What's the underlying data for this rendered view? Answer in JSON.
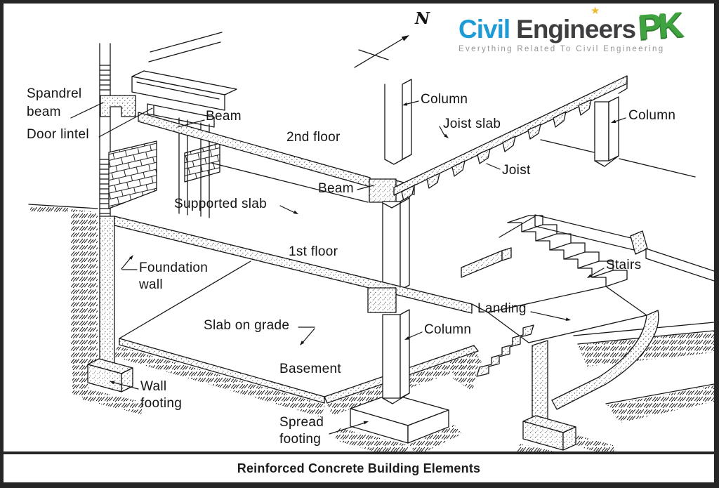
{
  "caption": "Reinforced Concrete Building Elements",
  "north_label": "N",
  "logo": {
    "civil": "Civil",
    "engineers": "Engineers",
    "pk": "PK",
    "star_icon": "star",
    "tagline": "Everything Related To Civil Engineering"
  },
  "labels": {
    "spandrel_beam_line1": "Spandrel",
    "spandrel_beam_line2": "beam",
    "door_lintel": "Door lintel",
    "beam_upper": "Beam",
    "second_floor": "2nd floor",
    "beam_mid": "Beam",
    "supported_slab": "Supported slab",
    "column_top": "Column",
    "joist_slab": "Joist slab",
    "joist": "Joist",
    "column_right": "Column",
    "first_floor": "1st floor",
    "foundation_wall_line1": "Foundation",
    "foundation_wall_line2": "wall",
    "slab_on_grade": "Slab on grade",
    "basement": "Basement",
    "wall_footing_line1": "Wall",
    "wall_footing_line2": "footing",
    "spread_footing_line1": "Spread",
    "spread_footing_line2": "footing",
    "column_center": "Column",
    "landing": "Landing",
    "stairs": "Stairs"
  },
  "colors": {
    "ink": "#1a1a1a",
    "background": "#ffffff",
    "border": "#262626",
    "logo_blue": "#1e9ad6",
    "logo_dark": "#3e3e40",
    "logo_green": "#3fa33f",
    "logo_star": "#eebb2d",
    "tagline_gray": "#939598"
  }
}
